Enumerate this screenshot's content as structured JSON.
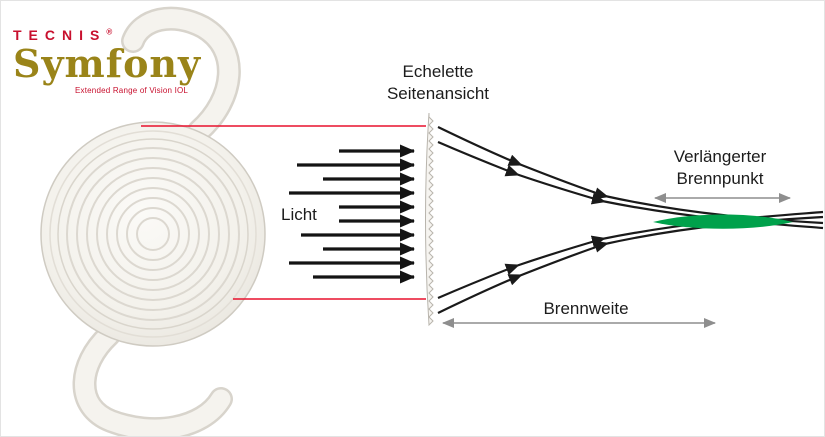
{
  "logo": {
    "brand": "TECNIS",
    "registered_mark": "®",
    "product": "Symfony",
    "tagline": "Extended Range of Vision IOL"
  },
  "labels": {
    "light": "Licht",
    "echelette_line1": "Echelette",
    "echelette_line2": "Seitenansicht",
    "extended_focus_line1": "Verlängerter",
    "extended_focus_line2": "Brennpunkt",
    "focal_length": "Brennweite"
  },
  "colors": {
    "brand_red": "#C8102E",
    "brand_gold": "#9A8419",
    "guide_line_red": "#E8112D",
    "light_arrow_black": "#141414",
    "ray_black": "#1A1A1A",
    "focus_green": "#00A14B",
    "measure_gray": "#8E8E8E",
    "lens_fill": "#F5F3EE",
    "lens_ring": "#DCD8D0",
    "background": "#FFFFFF"
  }
}
